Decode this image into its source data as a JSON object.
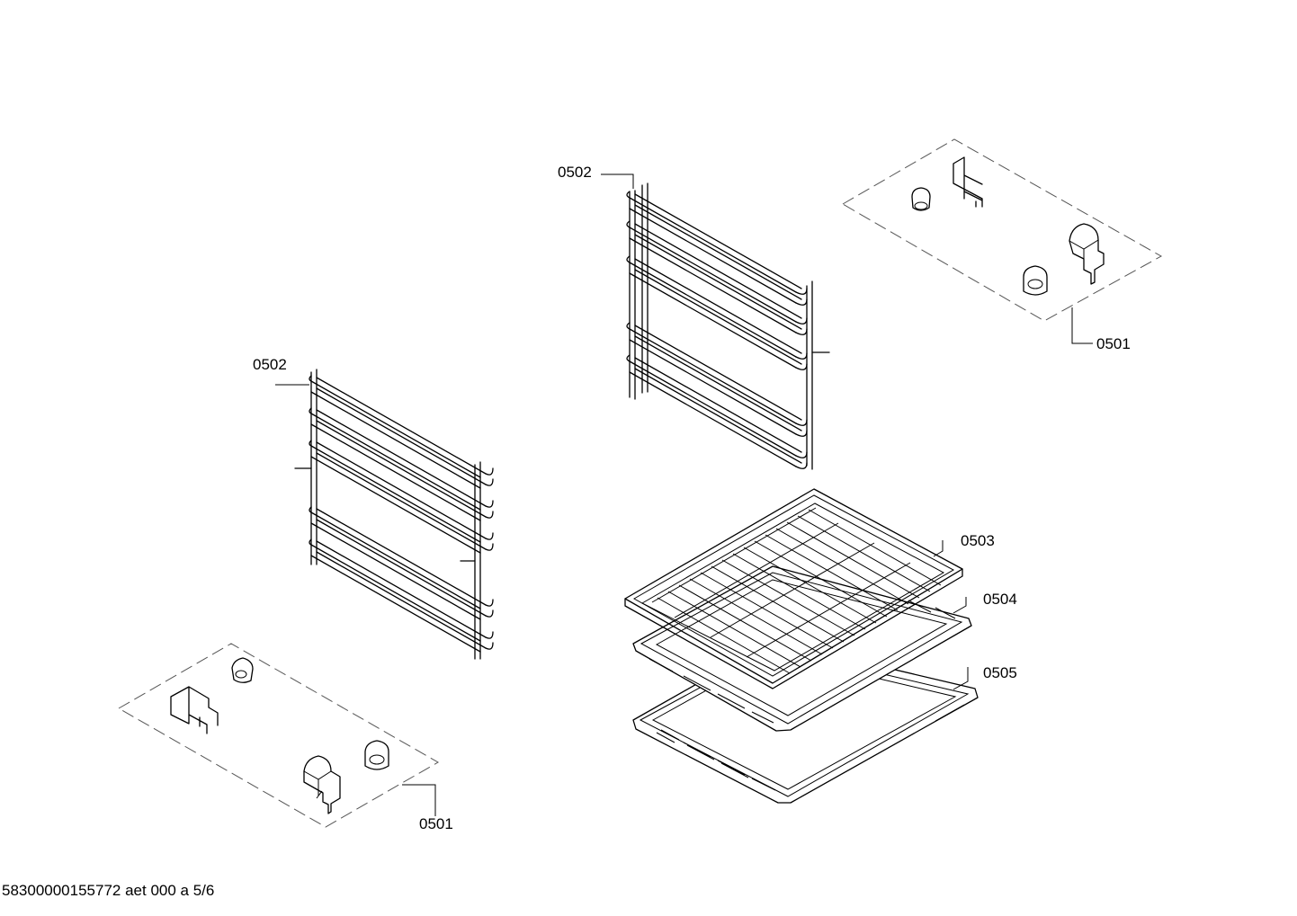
{
  "callouts": [
    {
      "id": "kit-right",
      "text": "0501"
    },
    {
      "id": "kit-left",
      "text": "0501"
    },
    {
      "id": "rail-right",
      "text": "0502"
    },
    {
      "id": "rail-left",
      "text": "0502"
    },
    {
      "id": "grid-shelf",
      "text": "0503"
    },
    {
      "id": "tray-shallow",
      "text": "0504"
    },
    {
      "id": "tray-deep",
      "text": "0505"
    }
  ],
  "footer_text": "58300000155772 aet 000 a 5/6"
}
